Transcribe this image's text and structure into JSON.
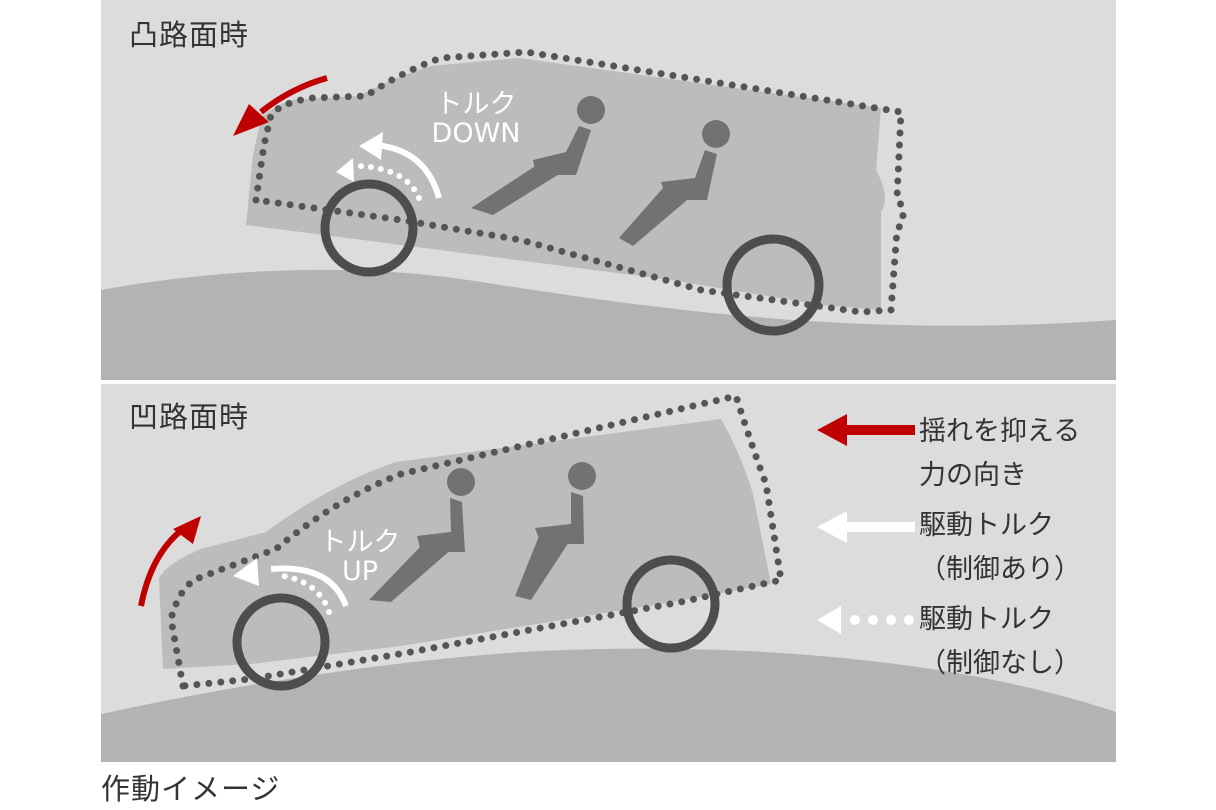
{
  "panels": {
    "top": {
      "title": "凸路面時",
      "torque_label_line1": "トルク",
      "torque_label_line2": "DOWN"
    },
    "bottom": {
      "title": "凹路面時",
      "torque_label_line1": "トルク",
      "torque_label_line2": "UP"
    }
  },
  "legend": {
    "items": [
      {
        "line1": "揺れを抑える",
        "line2": "力の向き",
        "icon": "red-arrow-icon"
      },
      {
        "line1": "駆動トルク",
        "line2": "（制御あり）",
        "icon": "white-solid-arrow-icon"
      },
      {
        "line1": "駆動トルク",
        "line2": "（制御なし）",
        "icon": "white-dotted-arrow-icon"
      }
    ]
  },
  "caption": "作動イメージ",
  "colors": {
    "background": "#dcdcdc",
    "ground": "#b3b3b3",
    "vehicle": "#bcbcbc",
    "person": "#727272",
    "tire": "#4d4d4d",
    "control_force": "#c00000",
    "torque_arrow": "#ffffff",
    "outline_dots": "#555555"
  }
}
